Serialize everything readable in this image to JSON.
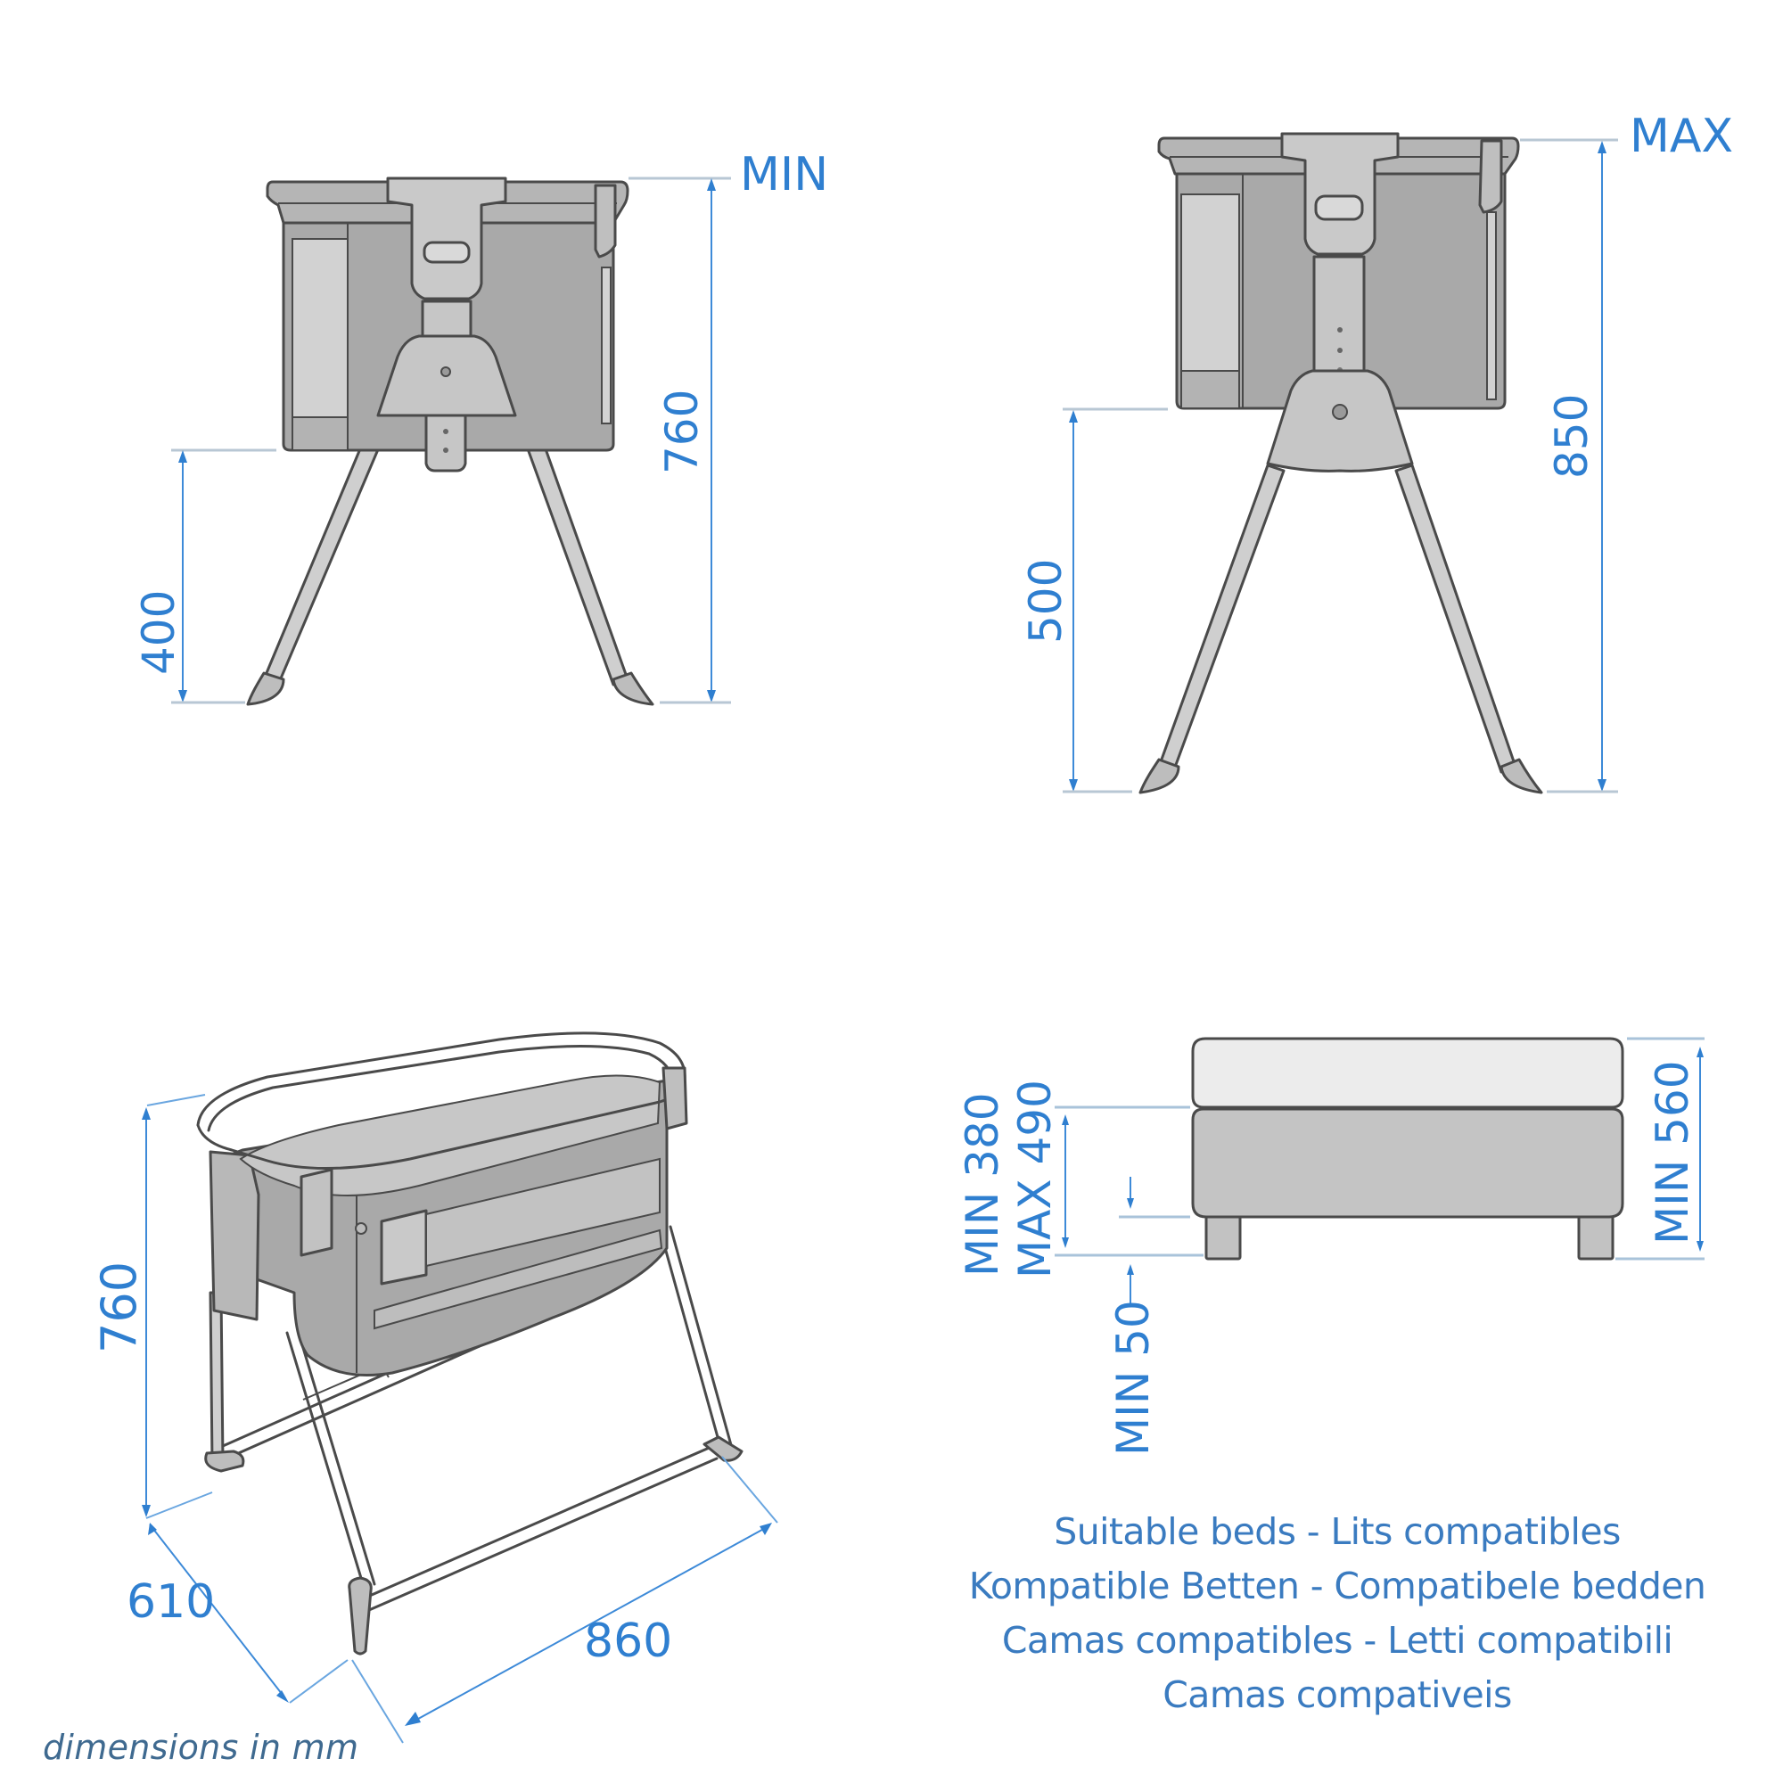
{
  "diagram": {
    "colors": {
      "dimension_blue": "#2f7fd0",
      "text_blue": "#3a7bc0",
      "caption_blue": "#3f6a90",
      "body_gray": "#aaaaaa",
      "panel_light": "#d0d0d0",
      "outline": "#4a4a4a",
      "mattress_top": "#ececec",
      "bed_base": "#c4c4c4"
    },
    "panels": {
      "front_min": {
        "height_label": "MIN",
        "total_height": "760",
        "bed_height": "400"
      },
      "front_max": {
        "height_label": "MAX",
        "total_height": "850",
        "bed_height": "500"
      },
      "perspective": {
        "height": "760",
        "depth": "610",
        "width": "860"
      },
      "suitable_bed": {
        "mattress_height_min": "MIN 380",
        "mattress_height_max": "MAX 490",
        "total_height": "MIN 560",
        "under_clearance": "MIN 50"
      }
    },
    "suitable_beds_text": [
      "Suitable beds - Lits compatibles",
      "Kompatible Betten - Compatibele bedden",
      "Camas compatibles - Letti compatibili",
      "Camas compativeis"
    ],
    "caption": "dimensions in mm"
  }
}
